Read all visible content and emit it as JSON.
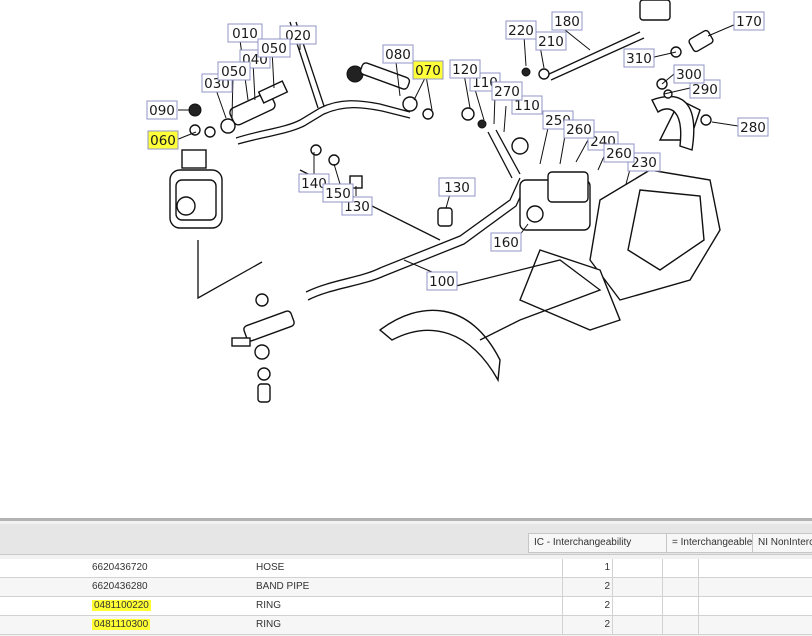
{
  "diagram": {
    "callouts": [
      {
        "id": "010",
        "label": "010",
        "highlighted": false
      },
      {
        "id": "020",
        "label": "020",
        "highlighted": false
      },
      {
        "id": "030",
        "label": "030",
        "highlighted": false
      },
      {
        "id": "040",
        "label": "040",
        "highlighted": false
      },
      {
        "id": "050a",
        "label": "050",
        "highlighted": false
      },
      {
        "id": "050b",
        "label": "050",
        "highlighted": false
      },
      {
        "id": "060",
        "label": "060",
        "highlighted": true
      },
      {
        "id": "070",
        "label": "070",
        "highlighted": true
      },
      {
        "id": "080",
        "label": "080",
        "highlighted": false
      },
      {
        "id": "090",
        "label": "090",
        "highlighted": false
      },
      {
        "id": "100",
        "label": "100",
        "highlighted": false
      },
      {
        "id": "110a",
        "label": "110",
        "highlighted": false
      },
      {
        "id": "110b",
        "label": "110",
        "highlighted": false
      },
      {
        "id": "120",
        "label": "120",
        "highlighted": false
      },
      {
        "id": "130a",
        "label": "130",
        "highlighted": false
      },
      {
        "id": "130b",
        "label": "130",
        "highlighted": false
      },
      {
        "id": "140",
        "label": "140",
        "highlighted": false
      },
      {
        "id": "150",
        "label": "150",
        "highlighted": false
      },
      {
        "id": "160",
        "label": "160",
        "highlighted": false
      },
      {
        "id": "170",
        "label": "170",
        "highlighted": false
      },
      {
        "id": "180",
        "label": "180",
        "highlighted": false
      },
      {
        "id": "210",
        "label": "210",
        "highlighted": false
      },
      {
        "id": "220",
        "label": "220",
        "highlighted": false
      },
      {
        "id": "230",
        "label": "230",
        "highlighted": false
      },
      {
        "id": "240",
        "label": "240",
        "highlighted": false
      },
      {
        "id": "250",
        "label": "250",
        "highlighted": false
      },
      {
        "id": "260a",
        "label": "260",
        "highlighted": false
      },
      {
        "id": "260b",
        "label": "260",
        "highlighted": false
      },
      {
        "id": "270",
        "label": "270",
        "highlighted": false
      },
      {
        "id": "280",
        "label": "280",
        "highlighted": false
      },
      {
        "id": "290",
        "label": "290",
        "highlighted": false
      },
      {
        "id": "300",
        "label": "300",
        "highlighted": false
      },
      {
        "id": "310",
        "label": "310",
        "highlighted": false
      }
    ],
    "highlight_color": "#ffff3a"
  },
  "parts_panel": {
    "legend": {
      "ic": "IC - Interchangeability",
      "interchangeable": "= Interchangeable",
      "non_interchangeable": "NI NonInterch"
    },
    "rows": [
      {
        "part_no": "6620436720",
        "name": "HOSE",
        "qty": "1",
        "highlighted": false
      },
      {
        "part_no": "6620436280",
        "name": "BAND PIPE",
        "qty": "2",
        "highlighted": false
      },
      {
        "part_no": "0481100220",
        "name": "RING",
        "qty": "2",
        "highlighted": true
      },
      {
        "part_no": "0481110300",
        "name": "RING",
        "qty": "2",
        "highlighted": true
      }
    ]
  }
}
